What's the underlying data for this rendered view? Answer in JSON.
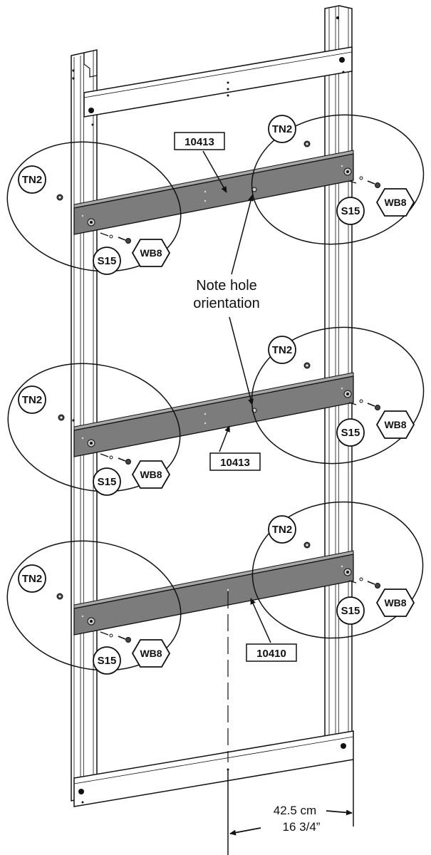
{
  "labels": {
    "part_10413": "10413",
    "part_10410": "10410",
    "tn2": "TN2",
    "s15": "S15",
    "wb8": "WB8"
  },
  "note": {
    "line1": "Note hole",
    "line2": "orientation"
  },
  "dimension": {
    "metric": "42.5 cm",
    "imperial": "16 3/4”"
  },
  "colors": {
    "rail": "#7c7c7c",
    "rail_top": "#a8a8a8",
    "frame": "#ffffff",
    "line": "#111111"
  }
}
